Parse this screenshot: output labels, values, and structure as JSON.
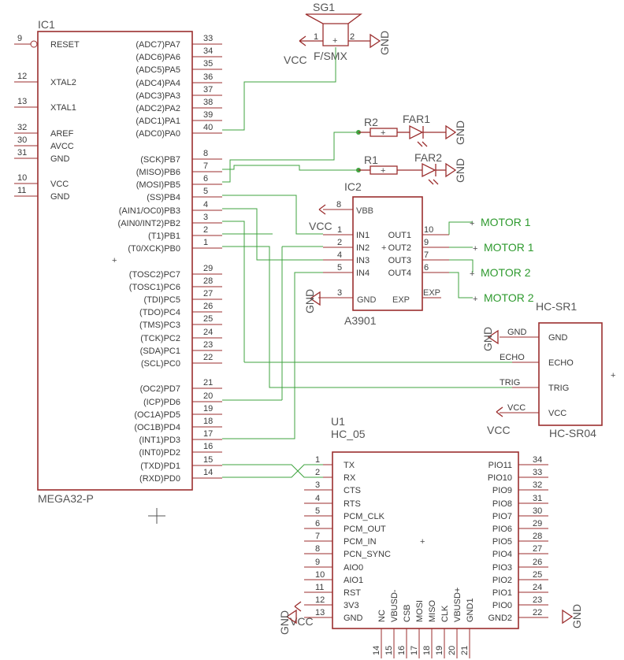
{
  "ic1": {
    "name": "IC1",
    "part": "MEGA32-P",
    "left_pins": [
      {
        "num": "9",
        "label": "RESET"
      },
      {
        "num": "12",
        "label": "XTAL2"
      },
      {
        "num": "13",
        "label": "XTAL1"
      },
      {
        "num": "32",
        "label": "AREF"
      },
      {
        "num": "30",
        "label": "AVCC"
      },
      {
        "num": "31",
        "label": "GND"
      },
      {
        "num": "10",
        "label": "VCC"
      },
      {
        "num": "11",
        "label": "GND"
      }
    ],
    "right_pins": [
      {
        "num": "33",
        "label": "(ADC7)PA7"
      },
      {
        "num": "34",
        "label": "(ADC6)PA6"
      },
      {
        "num": "35",
        "label": "(ADC5)PA5"
      },
      {
        "num": "36",
        "label": "(ADC4)PA4"
      },
      {
        "num": "37",
        "label": "(ADC3)PA3"
      },
      {
        "num": "38",
        "label": "(ADC2)PA2"
      },
      {
        "num": "39",
        "label": "(ADC1)PA1"
      },
      {
        "num": "40",
        "label": "(ADC0)PA0"
      },
      {
        "num": "8",
        "label": "(SCK)PB7"
      },
      {
        "num": "7",
        "label": "(MISO)PB6"
      },
      {
        "num": "6",
        "label": "(MOSI)PB5"
      },
      {
        "num": "5",
        "label": "(SS)PB4"
      },
      {
        "num": "4",
        "label": "(AIN1/OC0)PB3"
      },
      {
        "num": "3",
        "label": "(AIN0/INT2)PB2"
      },
      {
        "num": "2",
        "label": "(T1)PB1"
      },
      {
        "num": "1",
        "label": "(T0/XCK)PB0"
      },
      {
        "num": "29",
        "label": "(TOSC2)PC7"
      },
      {
        "num": "28",
        "label": "(TOSC1)PC6"
      },
      {
        "num": "27",
        "label": "(TDI)PC5"
      },
      {
        "num": "26",
        "label": "(TDO)PC4"
      },
      {
        "num": "25",
        "label": "(TMS)PC3"
      },
      {
        "num": "24",
        "label": "(TCK)PC2"
      },
      {
        "num": "23",
        "label": "(SDA)PC1"
      },
      {
        "num": "22",
        "label": "(SCL)PC0"
      },
      {
        "num": "21",
        "label": "(OC2)PD7"
      },
      {
        "num": "20",
        "label": "(ICP)PD6"
      },
      {
        "num": "19",
        "label": "(OC1A)PD5"
      },
      {
        "num": "18",
        "label": "(OC1B)PD4"
      },
      {
        "num": "17",
        "label": "(INT1)PD3"
      },
      {
        "num": "16",
        "label": "(INT0)PD2"
      },
      {
        "num": "15",
        "label": "(TXD)PD1"
      },
      {
        "num": "14",
        "label": "(RXD)PD0"
      }
    ]
  },
  "sg1": {
    "name": "SG1",
    "part": "F/SMX",
    "pin1": "1",
    "pin2": "2",
    "vcc": "VCC",
    "gnd": "GND"
  },
  "leds": {
    "r2": "R2",
    "far1": "FAR1",
    "r1": "R1",
    "far2": "FAR2",
    "gnd": "GND"
  },
  "ic2": {
    "name": "IC2",
    "part": "A3901",
    "vbb": "VBB",
    "vbb_num": "8",
    "vcc": "VCC",
    "left_pins": [
      {
        "num": "1",
        "label": "IN1"
      },
      {
        "num": "2",
        "label": "IN2"
      },
      {
        "num": "4",
        "label": "IN3"
      },
      {
        "num": "5",
        "label": "IN4"
      }
    ],
    "right_pins": [
      {
        "num": "10",
        "label": "OUT1"
      },
      {
        "num": "9",
        "label": "OUT2"
      },
      {
        "num": "7",
        "label": "OUT3"
      },
      {
        "num": "6",
        "label": "OUT4"
      }
    ],
    "gnd_num": "3",
    "gnd": "GND",
    "exp": "EXP",
    "gnd_sym": "GND"
  },
  "motors": [
    "MOTOR 1",
    "MOTOR 1",
    "MOTOR 2",
    "MOTOR 2"
  ],
  "hcsr": {
    "name": "HC-SR1",
    "part": "HC-SR04",
    "pins": [
      {
        "net": "GND",
        "label": "GND"
      },
      {
        "net": "ECHO",
        "label": "ECHO"
      },
      {
        "net": "TRIG",
        "label": "TRIG"
      },
      {
        "net": "VCC",
        "label": "VCC"
      }
    ],
    "gnd_sym": "GND",
    "vcc_sym": "VCC"
  },
  "u1": {
    "name": "U1",
    "part": "HC_05",
    "left_pins": [
      {
        "num": "1",
        "label": "TX"
      },
      {
        "num": "2",
        "label": "RX"
      },
      {
        "num": "3",
        "label": "CTS"
      },
      {
        "num": "4",
        "label": "RTS"
      },
      {
        "num": "5",
        "label": "PCM_CLK"
      },
      {
        "num": "6",
        "label": "PCM_OUT"
      },
      {
        "num": "7",
        "label": "PCM_IN"
      },
      {
        "num": "8",
        "label": "PCN_SYNC"
      },
      {
        "num": "9",
        "label": "AIO0"
      },
      {
        "num": "10",
        "label": "AIO1"
      },
      {
        "num": "11",
        "label": "RST"
      },
      {
        "num": "12",
        "label": "3V3"
      },
      {
        "num": "13",
        "label": "GND"
      }
    ],
    "right_pins": [
      {
        "num": "34",
        "label": "PIO11"
      },
      {
        "num": "33",
        "label": "PIO10"
      },
      {
        "num": "32",
        "label": "PIO9"
      },
      {
        "num": "31",
        "label": "PIO8"
      },
      {
        "num": "30",
        "label": "PIO7"
      },
      {
        "num": "29",
        "label": "PIO6"
      },
      {
        "num": "28",
        "label": "PIO5"
      },
      {
        "num": "27",
        "label": "PIO4"
      },
      {
        "num": "26",
        "label": "PIO3"
      },
      {
        "num": "25",
        "label": "PIO2"
      },
      {
        "num": "24",
        "label": "PIO1"
      },
      {
        "num": "23",
        "label": "PIO0"
      },
      {
        "num": "22",
        "label": "GND2"
      }
    ],
    "bottom_pins": [
      {
        "num": "14",
        "label": "NC"
      },
      {
        "num": "15",
        "label": "VBUSD-"
      },
      {
        "num": "16",
        "label": "CSB"
      },
      {
        "num": "17",
        "label": "MOSI"
      },
      {
        "num": "18",
        "label": "MISO"
      },
      {
        "num": "19",
        "label": "CLK"
      },
      {
        "num": "20",
        "label": "VBUSD+"
      },
      {
        "num": "21",
        "label": "GND1"
      }
    ],
    "gnd_sym_left": "GND",
    "vcc_sym_left": "VCC",
    "gnd_sym_right": "GND"
  },
  "colors": {
    "component": "#9b2e2e",
    "wire": "#3fa33f",
    "text": "#4a4a4a"
  }
}
